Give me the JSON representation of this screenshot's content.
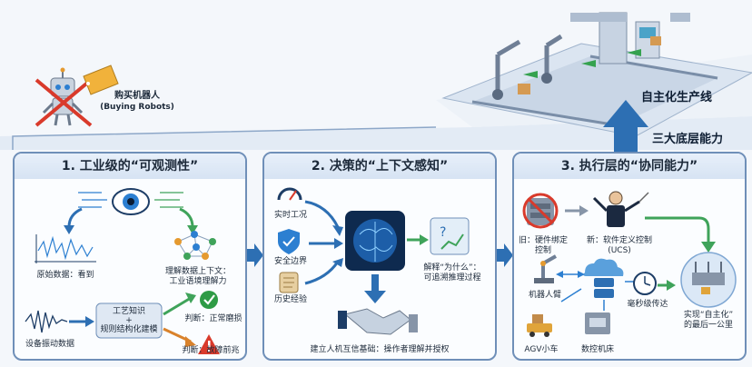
{
  "header": {
    "buying_label": "购买机器人",
    "buying_sub": "(Buying Robots)",
    "production_line": "自主化生产线",
    "three_capabilities": "三大底层能力"
  },
  "panel1": {
    "title": "1. 工业级的“可观测性”",
    "raw_data": "原始数据：看到",
    "understand_line1": "理解数据上下文：",
    "understand_line2": "工业语境理解力",
    "vibration": "设备振动数据",
    "process_line1": "工艺知识",
    "process_line2": "+",
    "process_line3": "规则结构化建模",
    "judge_ok": "判断：正常磨损",
    "judge_fault": "判断：故障前兆"
  },
  "panel2": {
    "title": "2. 决策的“上下文感知”",
    "realtime": "实时工况",
    "safety": "安全边界",
    "history": "历史经验",
    "explain_line1": "解释“为什么”：",
    "explain_line2": "可追溯推理过程",
    "trust": "建立人机互信基础：操作者理解并授权"
  },
  "panel3": {
    "title": "3. 执行层的“协同能力”",
    "old_line1": "旧：硬件绑定",
    "old_line2": "控制",
    "new_line1": "新：软件定义控制",
    "new_line2": "(UCS)",
    "robot_arm": "机器人臂",
    "ms": "毫秒级传达",
    "agv": "AGV小车",
    "cnc": "数控机床",
    "realize_line1": "实现“自主化”",
    "realize_line2": "的最后一公里"
  },
  "colors": {
    "panel_border": "#6f8fb8",
    "arrow_blue": "#2d6fb3",
    "arrow_green": "#3fa35a",
    "danger_red": "#d93a2b",
    "check_green": "#2e9b45"
  }
}
